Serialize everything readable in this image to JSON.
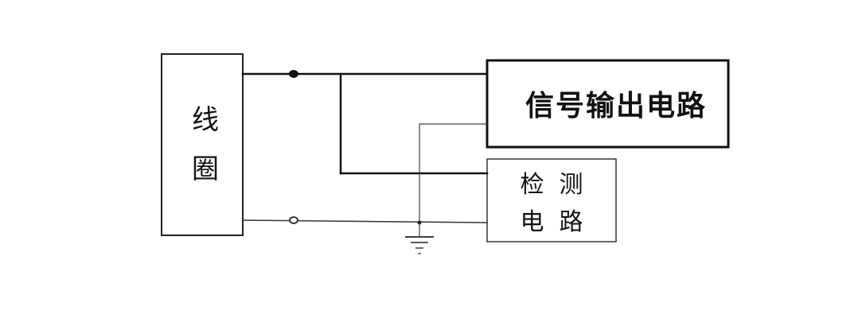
{
  "diagram": {
    "coil": {
      "label_line1": "线",
      "label_line2": "圈"
    },
    "signal_output_circuit": {
      "label": "信号输出电路"
    },
    "detection_circuit": {
      "label_line1": "检  测",
      "label_line2": "电  路"
    },
    "colors": {
      "line": "#111111",
      "thin_line": "#333333",
      "background": "#ffffff"
    },
    "icons": [
      "ground-icon",
      "terminal-dot",
      "terminal-open"
    ]
  }
}
